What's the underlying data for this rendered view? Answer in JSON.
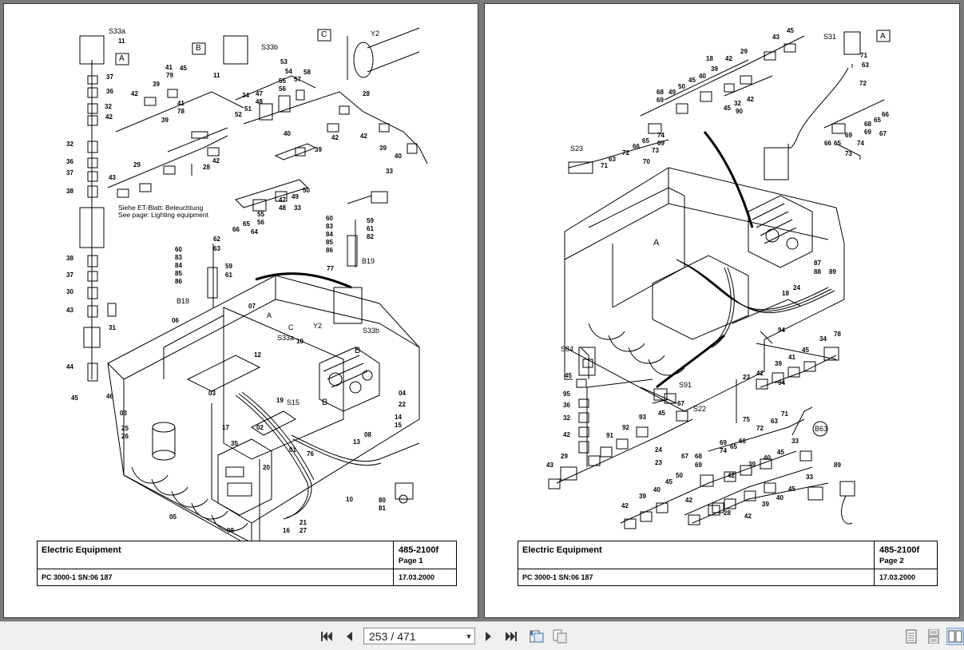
{
  "pages": [
    {
      "title": "Electric Equipment",
      "code": "485-2100f",
      "page": "Page 1",
      "machine": "PC 3000-1 SN:06 187",
      "date": "17.03.2000",
      "note_de": "Siehe ET-Blatt: Beleuchtung",
      "note_en": "See page: Lighting equipment",
      "labels": {
        "s33a": "S33a",
        "s33b": "S33b",
        "s33b2": "S33b",
        "s33a2": "S33a",
        "y2": "Y2",
        "y2b": "Y2",
        "b18": "B18",
        "b19": "B19",
        "s15": "S15",
        "boxA": "A",
        "boxB": "B",
        "boxC": "C",
        "arrA": "A",
        "arrB": "B",
        "arrB2": "B",
        "arrC": "C",
        "n11": "11",
        "n11b": "11",
        "n37": "37",
        "n36": "36",
        "n32": "32",
        "n42": "42",
        "n32b": "32",
        "n36b": "36",
        "n37b": "37",
        "n38": "38",
        "n38b": "38",
        "n37c": "37",
        "n30": "30",
        "n43": "43",
        "n31": "31",
        "n44": "44",
        "n45": "45",
        "n46": "46",
        "n41": "41",
        "n79": "79",
        "n45b": "45",
        "n39": "39",
        "n42b": "42",
        "n41b": "41",
        "n78": "78",
        "n39b": "39",
        "n29": "29",
        "n43b": "43",
        "n28": "28",
        "n42c": "42",
        "n53": "53",
        "n54": "54",
        "n58": "58",
        "n34": "34",
        "n47": "47",
        "n55": "55",
        "n57": "57",
        "n48": "48",
        "n56": "56",
        "n51": "51",
        "n52": "52",
        "n28b": "28",
        "n40": "40",
        "n42d": "42",
        "n39c": "39",
        "n42e": "42",
        "n39d": "39",
        "n40b": "40",
        "n33": "33",
        "n50": "50",
        "n49": "49",
        "n47b": "47",
        "n48b": "48",
        "n33b": "33",
        "n55b": "55",
        "n56b": "56",
        "n65": "65",
        "n66": "66",
        "n64": "64",
        "n62": "62",
        "n63": "63",
        "n60": "60",
        "n83": "83",
        "n84": "84",
        "n85": "85",
        "n86": "86",
        "n60b": "60",
        "n83b": "83",
        "n84b": "84",
        "n85b": "85",
        "n86b": "86",
        "n59": "59",
        "n61": "61",
        "n82": "82",
        "n59b": "59",
        "n61b": "61",
        "n77": "77",
        "n07": "07",
        "n06": "06",
        "n12": "12",
        "n10": "10",
        "n03": "03",
        "n03b": "03",
        "n25": "25",
        "n26": "26",
        "n17": "17",
        "n19": "19",
        "n02": "02",
        "n35": "35",
        "n01": "01",
        "n20": "20",
        "n76": "76",
        "n04": "04",
        "n22": "22",
        "n14": "14",
        "n15": "15",
        "n08": "08",
        "n13": "13",
        "n05": "05",
        "n09": "09",
        "n16": "16",
        "n21": "21",
        "n27": "27",
        "n10b": "10",
        "n80": "80",
        "n81": "81"
      }
    },
    {
      "title": "Electric Equipment",
      "code": "485-2100f",
      "page": "Page 2",
      "machine": "PC 3000-1 SN:06 187",
      "date": "17.03.2000",
      "labels": {
        "s31": "S31",
        "s23": "S23",
        "s84": "S84",
        "s91": "S91",
        "s22": "S22",
        "b63": "B63",
        "boxA": "A",
        "arrA": "A",
        "n45": "45",
        "n43": "43",
        "n18": "18",
        "n42": "42",
        "n29": "29",
        "n39": "39",
        "n40": "40",
        "n45b": "45",
        "n50": "50",
        "n49": "49",
        "n68": "68",
        "n69": "69",
        "n32": "32",
        "n90": "90",
        "n45c": "45",
        "n42b": "42",
        "n74": "74",
        "n69b": "69",
        "n65": "65",
        "n66": "66",
        "n73": "73",
        "n72": "72",
        "n71": "71",
        "n63": "63",
        "n70": "70",
        "n71b": "71",
        "n63b": "63",
        "n72b": "72",
        "n65b": "65",
        "n66b": "66",
        "n68b": "68",
        "n74b": "74",
        "n69c": "69",
        "n67": "67",
        "n73b": "73",
        "n66c": "66",
        "n65c": "65",
        "n69d": "69",
        "n87": "87",
        "n88": "88",
        "n89": "89",
        "n24": "24",
        "n18b": "18",
        "n94": "94",
        "n34": "34",
        "n78": "78",
        "n45d": "45",
        "n41": "41",
        "n39b": "39",
        "n42c": "42",
        "n94b": "94",
        "n23": "23",
        "n45e": "45",
        "n95": "95",
        "n36": "36",
        "n32b": "32",
        "n42d": "42",
        "n91": "91",
        "n92": "92",
        "n93": "93",
        "n67b": "67",
        "n45f": "45",
        "n43b": "43",
        "n29b": "29",
        "n24b": "24",
        "n23b": "23",
        "n75": "75",
        "n71c": "71",
        "n63c": "63",
        "n72c": "72",
        "n69e": "69",
        "n65d": "65",
        "n66d": "66",
        "n74c": "74",
        "n33": "33",
        "n45g": "45",
        "n39c": "39",
        "n40b": "40",
        "n67c": "67",
        "n68c": "68",
        "n69f": "69",
        "n50b": "50",
        "n45h": "45",
        "n40c": "40",
        "n42e": "42",
        "n39d": "39",
        "n42f": "42",
        "n28": "28",
        "n42g": "42",
        "n39e": "39",
        "n40d": "40",
        "n45i": "45",
        "n33b": "33",
        "n89b": "89",
        "n42h": "42"
      }
    }
  ],
  "toolbar": {
    "current_page": "253",
    "separator": "/",
    "total_pages": "471",
    "icons": [
      "first-page-icon",
      "prev-page-icon",
      "next-page-icon",
      "last-page-icon",
      "rotate-icon",
      "extract-pages-icon",
      "single-page-view-icon",
      "continuous-view-icon",
      "two-page-view-icon"
    ]
  }
}
